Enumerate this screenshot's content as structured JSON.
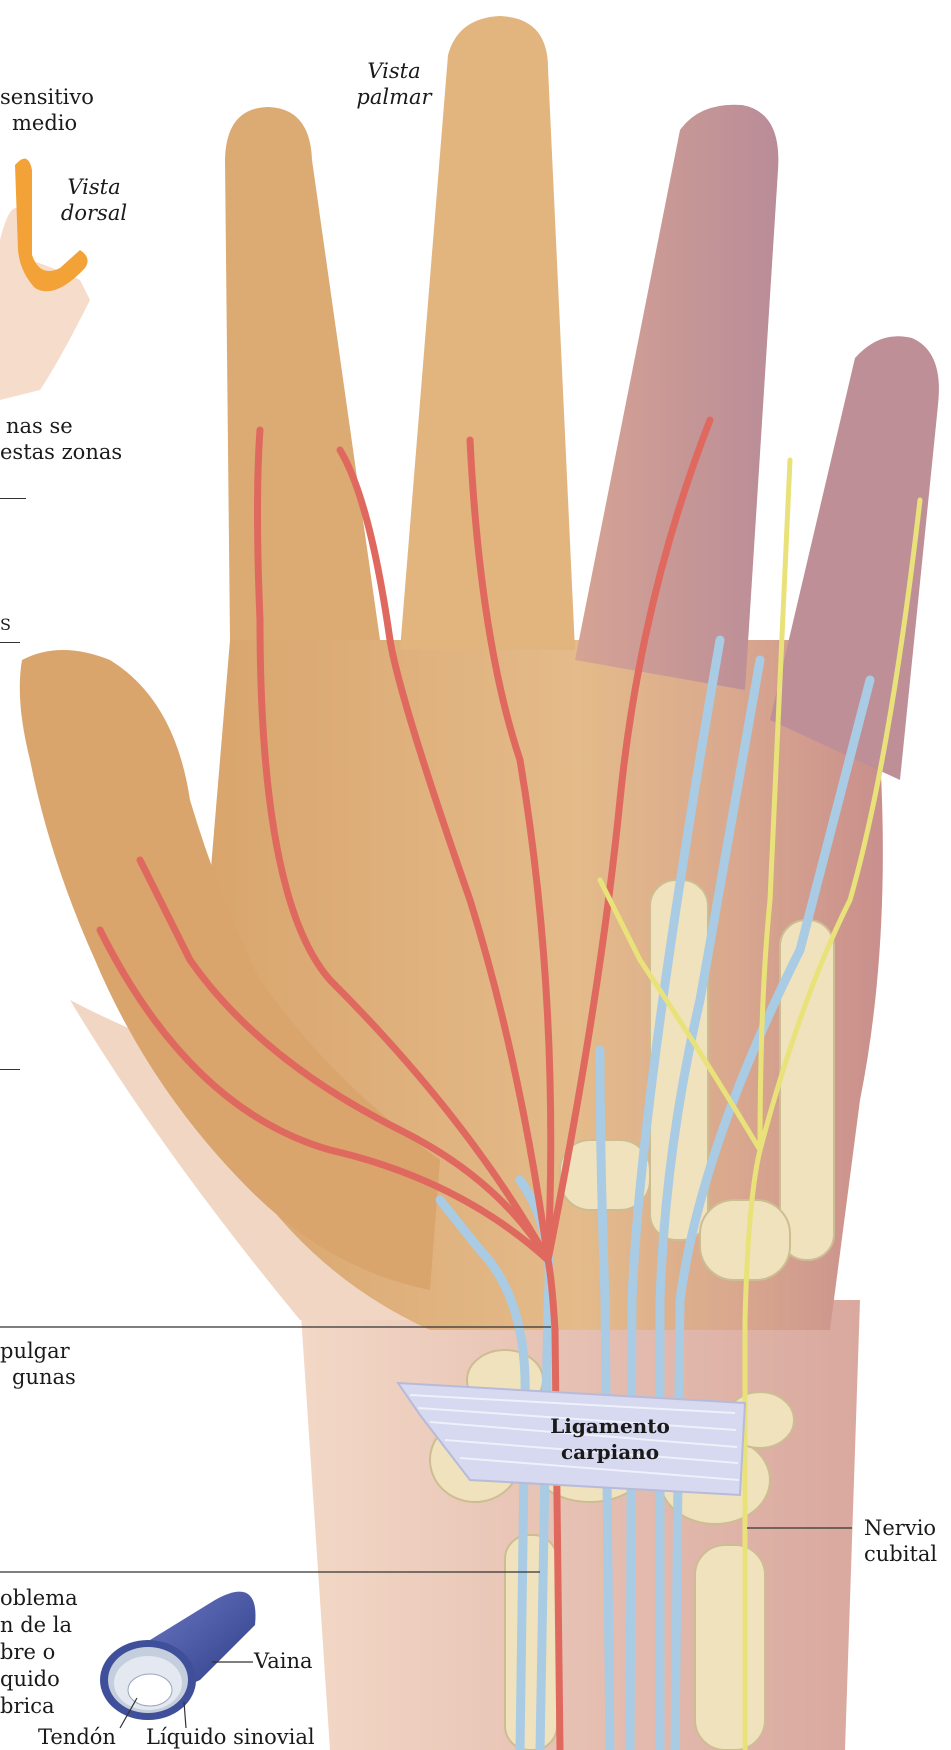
{
  "views": {
    "palmar": [
      "Vista",
      "palmar"
    ],
    "dorsal": [
      "Vista",
      "dorsal"
    ]
  },
  "left_fragments": {
    "sensory_line1": "sensitivo",
    "sensory_line2": "medio",
    "zones_line1": "nas se",
    "zones_line2": "estas zonas",
    "mid_letter": "S",
    "thumb_line1": "pulgar",
    "thumb_line2": "gunas",
    "problem_line1": "oblema",
    "problem_line2": "n de la",
    "problem_line3": "bre o",
    "problem_line4": "quido",
    "problem_line5": "brica"
  },
  "labels": {
    "ligament": [
      "Ligamento",
      "carpiano"
    ],
    "ulnar_nerve": [
      "Nervio",
      "cubital"
    ],
    "sheath": "Vaina",
    "tendon": "Tendón",
    "synovial": "Líquido sinovial"
  },
  "colors": {
    "skin": "#e3b988",
    "skin_dark": "#c8935e",
    "skin_pale": "#f6dccb",
    "median_nerve": "#e0695f",
    "tendon_blue": "#a9cbe3",
    "ulnar_nerve": "#e9e27a",
    "bone": "#efe2bd",
    "ligament": "#d6d9ef",
    "highlight_orange": "#f2a236",
    "sheath_blue": "#3f4f9a"
  }
}
